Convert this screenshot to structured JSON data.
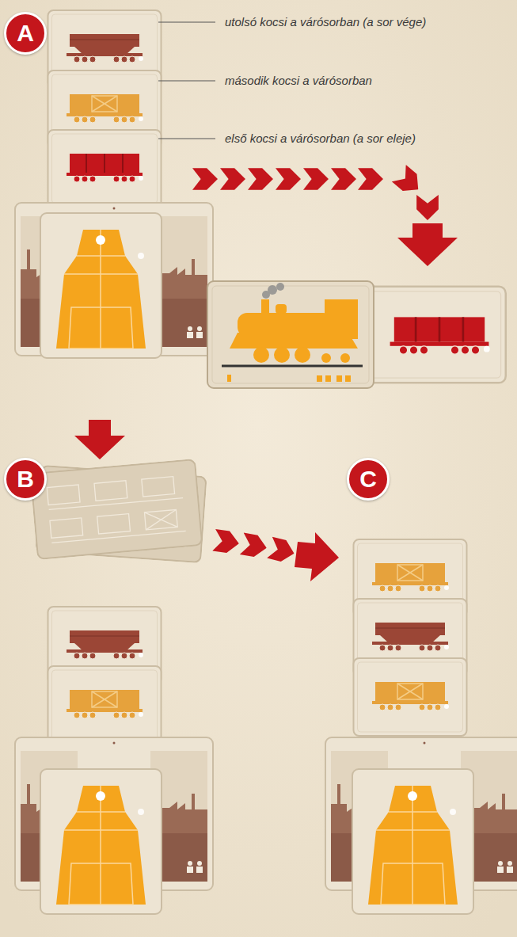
{
  "diagram": {
    "nodes": [
      {
        "text": [
          "A"
        ]
      },
      {
        "text": [
          "B"
        ]
      },
      {
        "text": [
          "C"
        ]
      }
    ],
    "labels": [
      "utolsó kocsi a várósorban (a sor vége)",
      "második kocsi a várósorban",
      "első kocsi a várósorban (a sor eleje)"
    ]
  }
}
